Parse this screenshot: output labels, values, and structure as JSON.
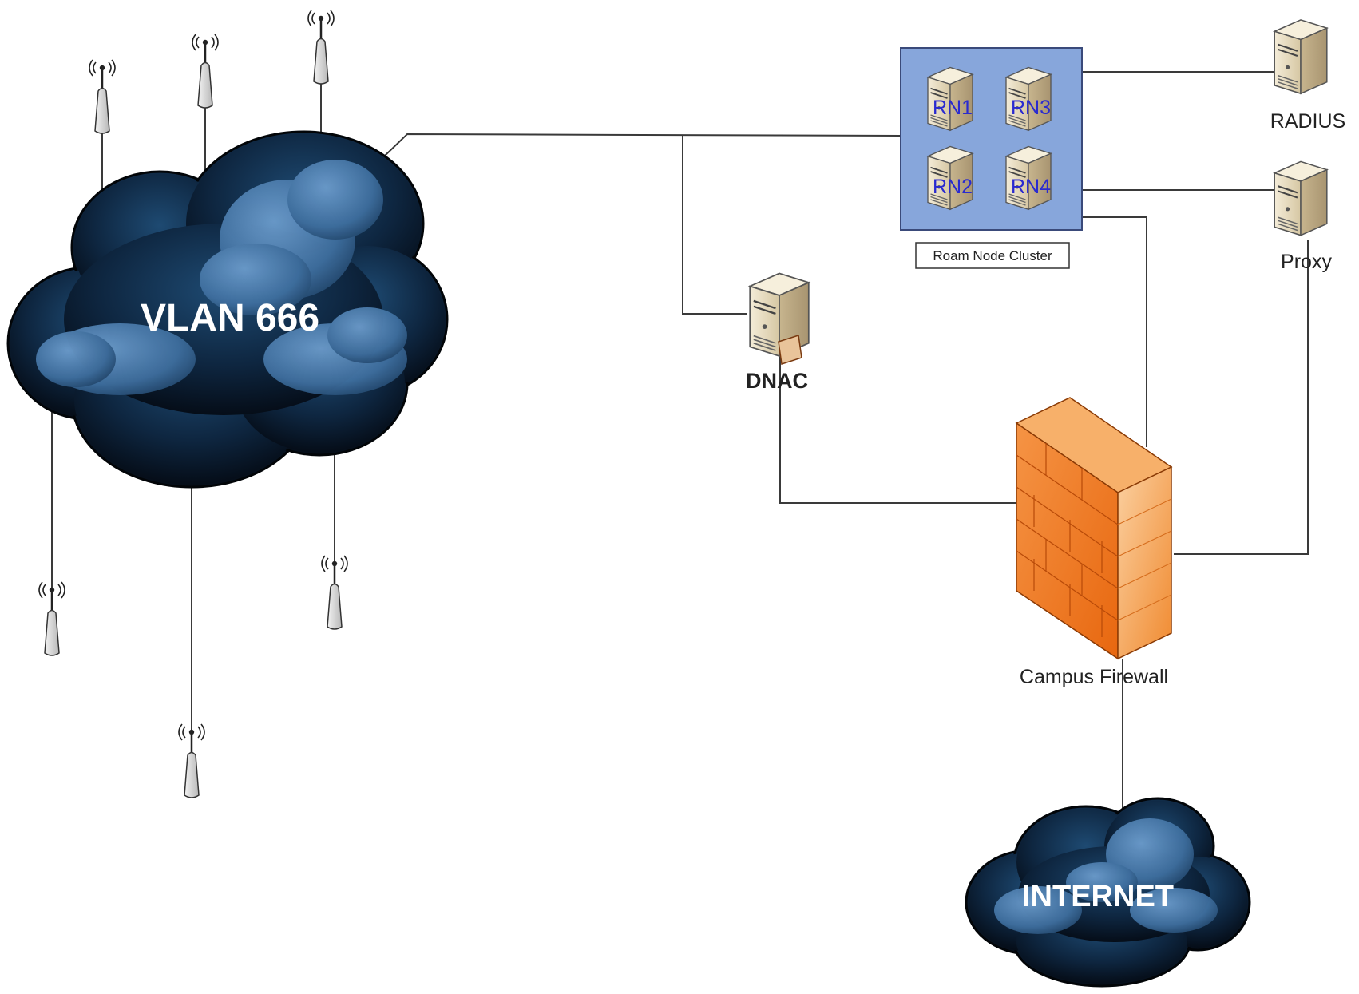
{
  "clouds": {
    "vlan": "VLAN 666",
    "internet": "INTERNET"
  },
  "cluster": {
    "label": "Roam Node Cluster",
    "nodes": [
      "RN1",
      "RN3",
      "RN2",
      "RN4"
    ]
  },
  "servers": {
    "radius": "RADIUS",
    "proxy": "Proxy",
    "dnac": "DNAC"
  },
  "firewall": {
    "label": "Campus Firewall"
  },
  "colors": {
    "cloud_dark": "#0b1a2c",
    "cloud_light": "#4f86b8",
    "cluster_fill": "#87a6db",
    "server_body": "#e8dcc0",
    "firewall_front": "#f07a1e",
    "firewall_side": "#f5a050",
    "line": "#3a3a3a"
  },
  "icons": {
    "access_point": "wifi-antenna-icon",
    "server": "server-tower-icon",
    "firewall": "brick-firewall-icon",
    "cloud": "cloud-icon"
  }
}
